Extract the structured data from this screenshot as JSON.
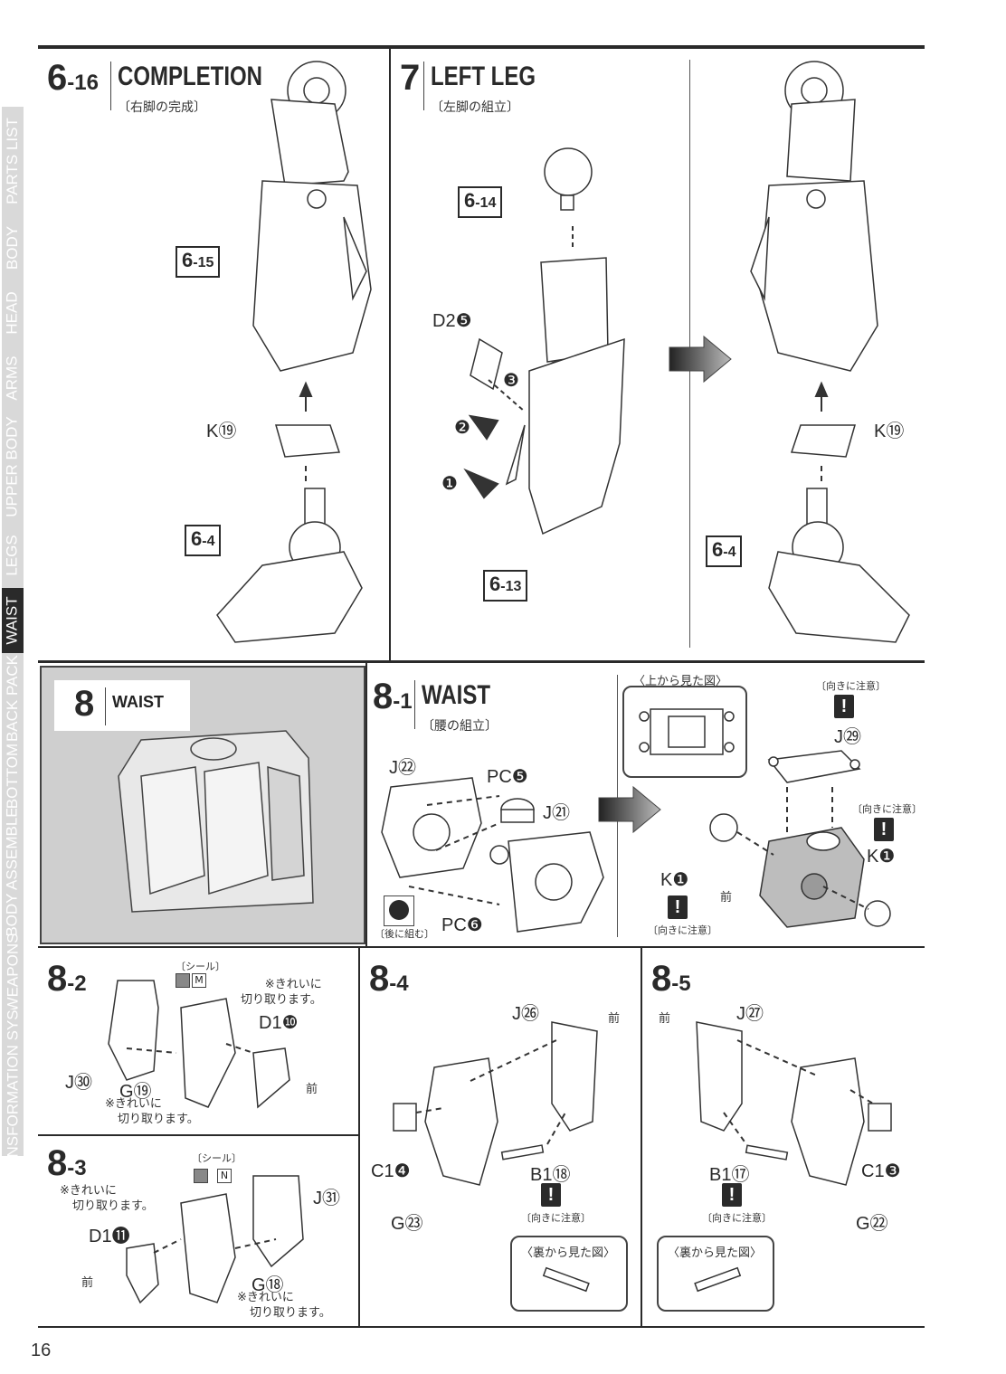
{
  "sidebar": {
    "tabs": [
      {
        "label": "PARTS LIST",
        "active": false
      },
      {
        "label": "BODY",
        "active": false
      },
      {
        "label": "HEAD",
        "active": false
      },
      {
        "label": "ARMS",
        "active": false
      },
      {
        "label": "UPPER BODY",
        "active": false
      },
      {
        "label": "LEGS",
        "active": false
      },
      {
        "label": "WAIST",
        "active": true
      },
      {
        "label": "BACK PACK",
        "active": false
      },
      {
        "label": "BOTTOM",
        "active": false
      },
      {
        "label": "BODY ASSEMBLE",
        "active": false
      },
      {
        "label": "WEAPONS",
        "active": false
      },
      {
        "label": "TRANSFORMATION SYSTEM",
        "active": false
      }
    ]
  },
  "steps": {
    "s6_16": {
      "num_major": "6",
      "num_minor": "-16",
      "title": "COMPLETION",
      "jp": "〔右脚の完成〕",
      "refs": {
        "r1": "6",
        "r1s": "-15",
        "r2": "6",
        "r2s": "-4"
      },
      "part": "K⑲"
    },
    "s7": {
      "num": "7",
      "title": "LEFT LEG",
      "jp": "〔左脚の組立〕",
      "refs": {
        "r1": "6",
        "r1s": "-14",
        "r2": "6",
        "r2s": "-13",
        "r3": "6",
        "r3s": "-4"
      },
      "part": "D2❺",
      "part2": "K⑲",
      "order": [
        "❶",
        "❷",
        "❸"
      ]
    },
    "s8": {
      "num": "8",
      "title": "WAIST"
    },
    "s8_1": {
      "num_major": "8",
      "num_minor": "-1",
      "title": "WAIST",
      "jp": "〔腰の組立〕",
      "parts": {
        "j22": "J㉒",
        "pc5": "PC❺",
        "j21": "J㉑",
        "pc6": "PC❻",
        "j29": "J㉙",
        "k1a": "K❶",
        "k1b": "K❶"
      },
      "back_note": "〔後に組む〕",
      "top_view": "〈上から見た図〉",
      "caution": "〔向きに注意〕",
      "front": "前"
    },
    "s8_2": {
      "num_major": "8",
      "num_minor": "-2",
      "seal": "〔シール〕",
      "seal_code": "M",
      "note1": [
        "※きれいに",
        "切り取ります。"
      ],
      "note2": [
        "※きれいに",
        "切り取ります。"
      ],
      "parts": {
        "d1": "D1❿",
        "j30": "J㉚",
        "g19": "G⑲"
      },
      "front": "前"
    },
    "s8_3": {
      "num_major": "8",
      "num_minor": "-3",
      "seal": "〔シール〕",
      "seal_code": "N",
      "note1": [
        "※きれいに",
        "切り取ります。"
      ],
      "note2": [
        "※きれいに",
        "切り取ります。"
      ],
      "parts": {
        "d1": "D1⓫",
        "j31": "J㉛",
        "g18": "G⑱"
      },
      "front": "前"
    },
    "s8_4": {
      "num_major": "8",
      "num_minor": "-4",
      "parts": {
        "j26": "J㉖",
        "c1": "C1❹",
        "b1": "B1⑱",
        "g23": "G㉓"
      },
      "caution": "〔向きに注意〕",
      "back_view": "〈裏から見た図〉",
      "front": "前"
    },
    "s8_5": {
      "num_major": "8",
      "num_minor": "-5",
      "parts": {
        "j27": "J㉗",
        "c1": "C1❸",
        "b1": "B1⑰",
        "g22": "G㉒"
      },
      "caution": "〔向きに注意〕",
      "back_view": "〈裏から見た図〉",
      "front": "前"
    }
  },
  "page_number": "16",
  "warn_symbol": "!"
}
